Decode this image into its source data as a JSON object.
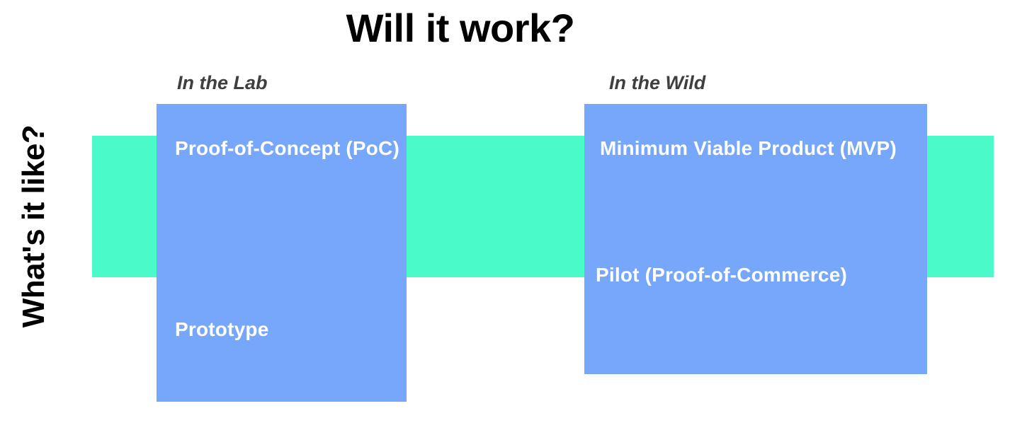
{
  "title": "Will it work?",
  "vertical_axis_label": "What's it like?",
  "colors": {
    "band": "#4AFBC9",
    "box": "#77A7FB",
    "title_text": "#000000",
    "header_text": "#3F3F3F",
    "item_text": "#FFFFFF",
    "background": "#FFFFFF"
  },
  "columns": [
    {
      "header": "In the Lab",
      "items": [
        {
          "label": "Proof-of-Concept (PoC)"
        },
        {
          "label": "Prototype"
        }
      ]
    },
    {
      "header": "In the Wild",
      "items": [
        {
          "label": "Minimum Viable Product (MVP)"
        },
        {
          "label": "Pilot (Proof-of-Commerce)"
        }
      ]
    }
  ]
}
